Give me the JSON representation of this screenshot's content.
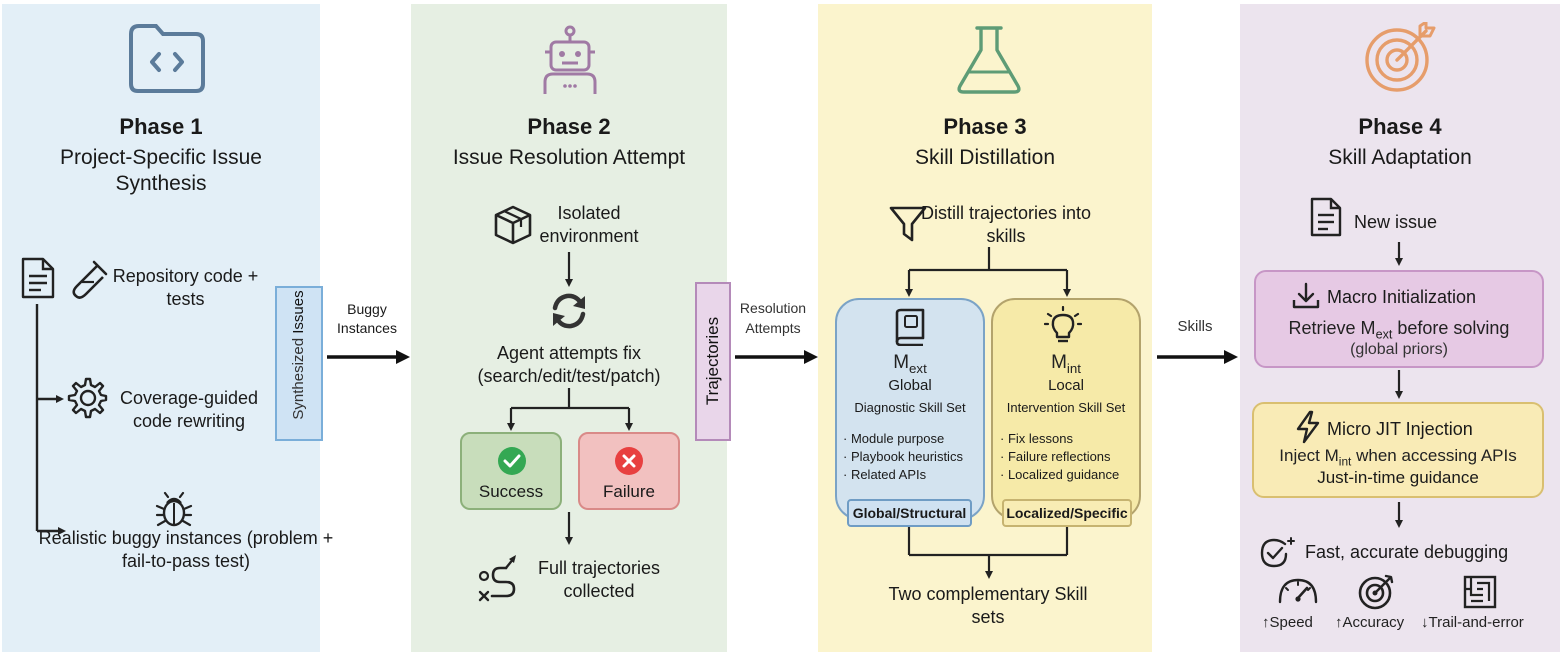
{
  "colors": {
    "phase1_bg": "#e3eff7",
    "phase2_bg": "#e6efe3",
    "phase3_bg": "#fbf4cd",
    "phase4_bg": "#ece4ee",
    "icon_color": "#5b7b9a"
  },
  "phase1": {
    "title": "Phase 1",
    "subtitle": "Project-Specific Issue Synthesis",
    "icon": "code-folder-icon",
    "items": [
      {
        "icon": "document-icon",
        "label": ""
      },
      {
        "icon": "test-tube-icon",
        "label": "Repository code + tests"
      },
      {
        "icon": "gear-icon",
        "label": "Coverage-guided code rewriting"
      },
      {
        "icon": "bug-icon",
        "label": "Realistic buggy instances (problem + fail-to-pass test)"
      }
    ],
    "output_tag": {
      "line1": "Synthesized",
      "line2": "Issues"
    }
  },
  "arrow1": {
    "label_line1": "Buggy",
    "label_line2": "Instances"
  },
  "phase2": {
    "title": "Phase 2",
    "subtitle": "Issue Resolution Attempt",
    "icon": "robot-icon",
    "env_label": "Isolated environment",
    "attempt_label": "Agent attempts fix",
    "attempt_detail": "(search/edit/test/patch)",
    "success_label": "Success",
    "failure_label": "Failure",
    "collected_label": "Full trajectories collected",
    "output_tag": "Trajectories"
  },
  "arrow2": {
    "label_line1": "Resolution",
    "label_line2": "Attempts"
  },
  "phase3": {
    "title": "Phase 3",
    "subtitle": "Skill Distillation",
    "icon": "flask-icon",
    "distill_label": "Distill trajectories into skills",
    "global": {
      "symbol": "M",
      "symbol_sub": "ext",
      "scope": "Global",
      "name": "Diagnostic Skill Set",
      "bullets": [
        "· Module purpose",
        "· Playbook heuristics",
        "· Related APIs"
      ],
      "tag": "Global/Structural"
    },
    "local": {
      "symbol": "M",
      "symbol_sub": "int",
      "scope": "Local",
      "name": "Intervention Skill Set",
      "bullets": [
        "· Fix lessons",
        "· Failure reflections",
        "· Localized guidance"
      ],
      "tag": "Localized/Specific"
    },
    "result_label": "Two complementary Skill sets"
  },
  "arrow3": {
    "label": "Skills"
  },
  "phase4": {
    "title": "Phase 4",
    "subtitle": "Skill Adaptation",
    "icon": "target-icon",
    "new_issue": "New issue",
    "macro": {
      "title": "Macro Initialization",
      "line_pre": "Retrieve M",
      "line_sub": "ext",
      "line_post": " before solving",
      "note": "(global priors)"
    },
    "micro": {
      "title": "Micro JIT Injection",
      "line_pre": "Inject M",
      "line_sub": "int",
      "line_post": " when accessing APIs",
      "note": "Just-in-time guidance"
    },
    "outcome": "Fast, accurate debugging",
    "metrics": [
      {
        "arrow": "↑",
        "label": "Speed"
      },
      {
        "arrow": "↑",
        "label": "Accuracy"
      },
      {
        "arrow": "↓",
        "label": "Trail-and-error"
      }
    ]
  }
}
